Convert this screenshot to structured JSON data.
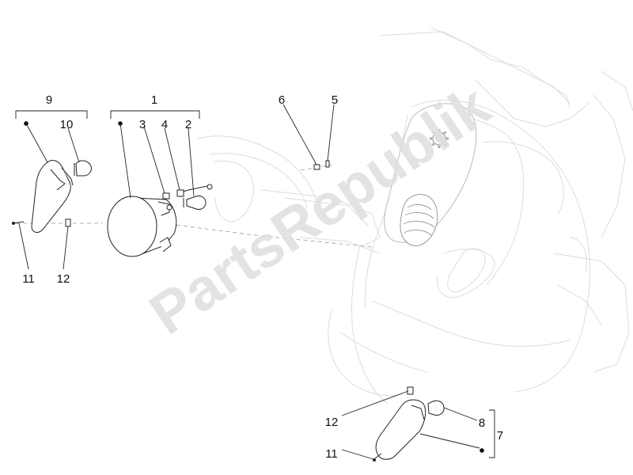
{
  "watermark": "PartsRepublik",
  "callouts": {
    "c1": "1",
    "c2": "2",
    "c3": "3",
    "c4": "4",
    "c5": "5",
    "c6": "6",
    "c7": "7",
    "c8": "8",
    "c9": "9",
    "c10": "10",
    "c11a": "11",
    "c12a": "12",
    "c11b": "11",
    "c12b": "12"
  },
  "colors": {
    "line": "#222222",
    "ghost": "#dcdcdc",
    "watermark": "#dedede"
  }
}
